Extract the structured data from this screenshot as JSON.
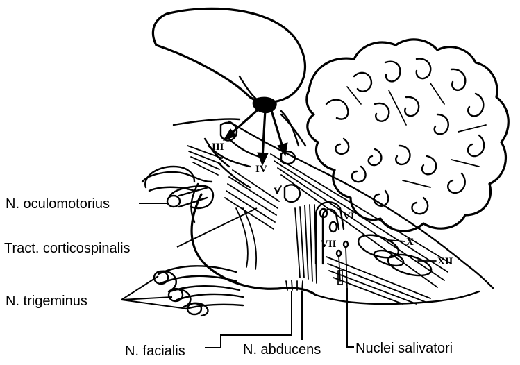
{
  "labels": {
    "oculomotorius": "N. oculomotorius",
    "corticospinalis": "Tract. corticospinalis",
    "trigeminus": "N. trigeminus",
    "facialis": "N. facialis",
    "abducens": "N. abducens",
    "salivatori": "Nuclei salivatori"
  },
  "roman_numerals": {
    "III": "III",
    "IV": "IV",
    "V": "V",
    "VI": "VI",
    "VII": "VII",
    "X": "X",
    "XII": "XII"
  }
}
